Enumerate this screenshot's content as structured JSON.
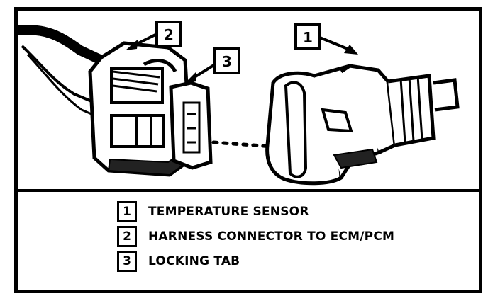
{
  "callouts": [
    {
      "number": "1"
    },
    {
      "number": "2"
    },
    {
      "number": "3"
    }
  ],
  "legend": [
    {
      "number": "1",
      "label": "TEMPERATURE SENSOR"
    },
    {
      "number": "2",
      "label": "HARNESS CONNECTOR TO ECM/PCM"
    },
    {
      "number": "3",
      "label": "LOCKING TAB"
    }
  ]
}
